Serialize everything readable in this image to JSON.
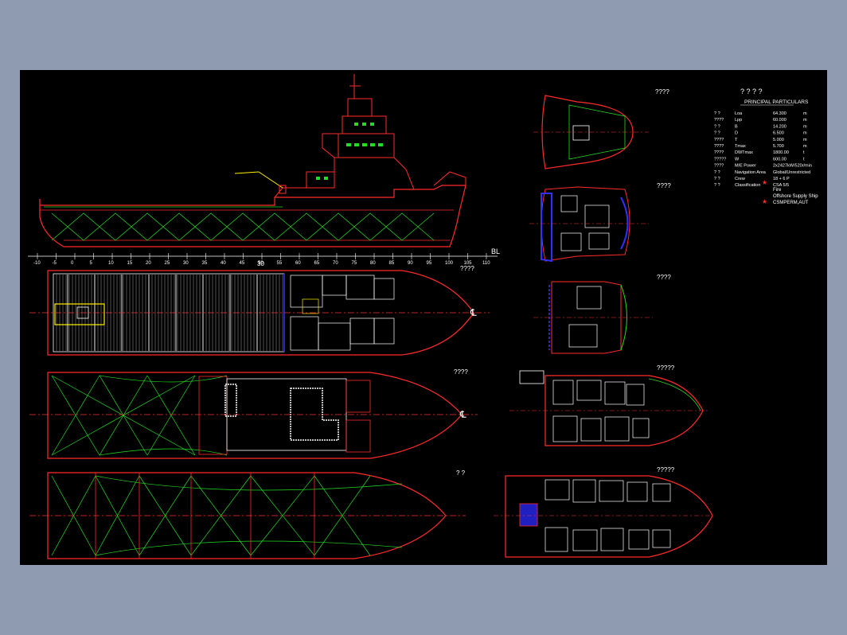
{
  "colors": {
    "background": "#8e9bb0",
    "canvas": "#000000",
    "hull": "#ff2a2a",
    "structure": "#22dd22",
    "centerline": "#ff3030",
    "text": "#ffffff",
    "accent_yellow": "#ffee00",
    "accent_blue": "#3030ff"
  },
  "icons": [
    "star-icon",
    "centerline-icon"
  ],
  "view_titles": {
    "profile": "",
    "main_deck": "????",
    "tween_deck": "????",
    "hold": "? ?",
    "deck_a": "????",
    "deck_b": "????",
    "deck_c": "????",
    "deck_d": "?????",
    "deck_e": "?????"
  },
  "frame_scale": {
    "labels": [
      "-10",
      "-5",
      "0",
      "5",
      "10",
      "15",
      "20",
      "25",
      "30",
      "35",
      "40",
      "45",
      "50",
      "55",
      "60",
      "65",
      "70",
      "75",
      "80",
      "85",
      "90",
      "95",
      "100",
      "105",
      "110"
    ],
    "end_label": "BL",
    "mid_label": "30"
  },
  "particulars": {
    "title": "? ? ? ?",
    "subtitle": "PRINCIPAL PARTICULARS",
    "rows": [
      {
        "name": "? ?",
        "symbol": "Loa",
        "value": "64.300",
        "unit": "m"
      },
      {
        "name": "????",
        "symbol": "Lpp",
        "value": "60.000",
        "unit": "m"
      },
      {
        "name": "? ?",
        "symbol": "B",
        "value": "14.200",
        "unit": "m"
      },
      {
        "name": "? ?",
        "symbol": "D",
        "value": "6.500",
        "unit": "m"
      },
      {
        "name": "????",
        "symbol": "T",
        "value": "5.000",
        "unit": "m"
      },
      {
        "name": "????",
        "symbol": "Tmax",
        "value": "5.700",
        "unit": "m"
      },
      {
        "name": "????",
        "symbol": "DWTmax",
        "value": "1800.00",
        "unit": "t"
      },
      {
        "name": "?????",
        "symbol": "W",
        "value": "600.00",
        "unit": "t"
      },
      {
        "name": "????",
        "symbol": "M/E Power",
        "value": "2x2427kW/520r/min",
        "unit": ""
      },
      {
        "name": "? ?",
        "symbol": "Navigation Area",
        "value": "Global/Unrestricted",
        "unit": ""
      },
      {
        "name": "? ?",
        "symbol": "Crew",
        "value": "18 + 6 P",
        "unit": ""
      },
      {
        "name": "? ?",
        "symbol": "Classification",
        "value": "CSA 5/5",
        "unit": ""
      }
    ],
    "class_notes": [
      "Fire",
      "Offshore Supply Ship",
      "CSMPERM,AUT"
    ]
  }
}
